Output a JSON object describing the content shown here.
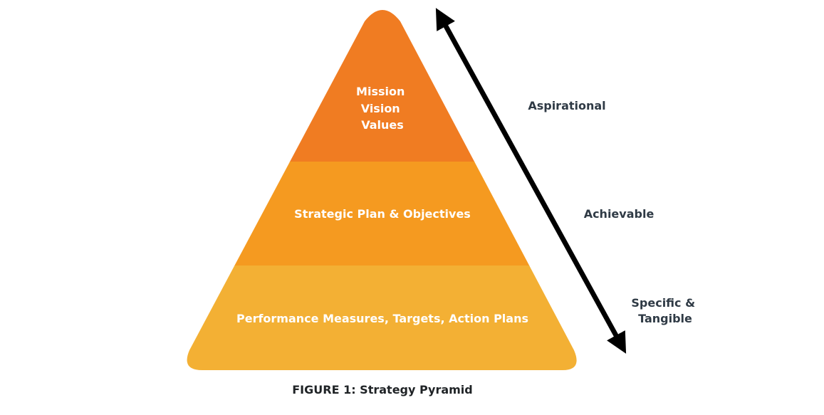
{
  "pyramid": {
    "tiers": [
      {
        "lines": [
          "Mission",
          "Vision",
          "Values"
        ],
        "color": "#F07C22"
      },
      {
        "lines": [
          "Strategic Plan & Objectives"
        ],
        "color": "#F59A20"
      },
      {
        "lines": [
          "Performance Measures, Targets, Action Plans"
        ],
        "color": "#F3B034"
      }
    ]
  },
  "scale": {
    "arrow_color": "#000000",
    "labels": [
      {
        "lines": [
          "Aspirational"
        ]
      },
      {
        "lines": [
          "Achievable"
        ]
      },
      {
        "lines": [
          "Specific &",
          "Tangible"
        ]
      }
    ]
  },
  "caption": "FIGURE 1: Strategy Pyramid"
}
